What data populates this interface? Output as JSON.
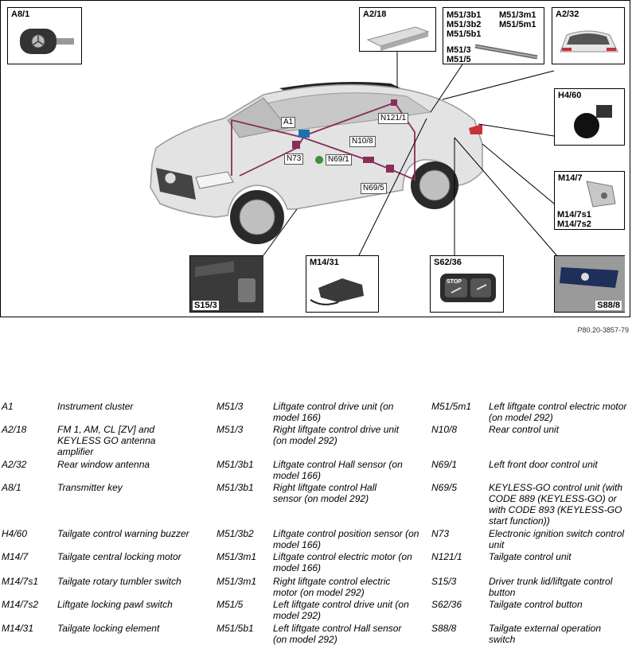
{
  "diagram": {
    "callouts": {
      "a8_1": "A8/1",
      "a2_18": "A2/18",
      "m51_group": [
        "M51/3b1",
        "M51/3b2",
        "M51/5b1",
        "M51/3m1",
        "M51/5m1",
        "M51/3",
        "M51/5"
      ],
      "a2_32": "A2/32",
      "h4_60": "H4/60",
      "m14_7": "M14/7",
      "m14_7s1": "M14/7s1",
      "m14_7s2": "M14/7s2",
      "s15_3": "S15/3",
      "m14_31": "M14/31",
      "s62_36": "S62/36",
      "s88_8": "S88/8",
      "stop_button_text": "STOP"
    },
    "pins": {
      "a1": "A1",
      "n73": "N73",
      "n69_1": "N69/1",
      "n10_8": "N10/8",
      "n69_5": "N69/5",
      "n121_1": "N121/1"
    },
    "figure_ref": "P80.20-3857-79"
  },
  "legend": {
    "col1": [
      {
        "code": "A1",
        "desc": "Instrument cluster"
      },
      {
        "code": "A2/18",
        "desc": "FM 1, AM, CL [ZV] and KEYLESS GO antenna amplifier"
      },
      {
        "code": "A2/32",
        "desc": "Rear window antenna"
      },
      {
        "code": "A8/1",
        "desc": "Transmitter key"
      },
      {
        "code": "H4/60",
        "desc": "Tailgate control warning buzzer"
      },
      {
        "code": "M14/7",
        "desc": "Tailgate central locking motor"
      },
      {
        "code": "M14/7s1",
        "desc": "Tailgate rotary tumbler switch"
      },
      {
        "code": "M14/7s2",
        "desc": "Liftgate locking pawl switch"
      },
      {
        "code": "M14/31",
        "desc": "Tailgate locking element"
      }
    ],
    "col2": [
      {
        "code": "M51/3",
        "desc": "Liftgate control drive unit (on model 166)"
      },
      {
        "code": "M51/3",
        "desc": "Right liftgate control drive unit (on model 292)"
      },
      {
        "code": "M51/3b1",
        "desc": "Liftgate control Hall sensor (on model 166)"
      },
      {
        "code": "M51/3b1",
        "desc": "Right liftgate control Hall sensor (on model 292)"
      },
      {
        "code": "M51/3b2",
        "desc": "Liftgate control position sensor (on model 166)"
      },
      {
        "code": "M51/3m1",
        "desc": "Liftgate control electric motor (on model 166)"
      },
      {
        "code": "M51/3m1",
        "desc": "Right liftgate control electric motor (on model 292)"
      },
      {
        "code": "M51/5",
        "desc": "Left liftgate control drive unit (on model 292)"
      },
      {
        "code": "M51/5b1",
        "desc": "Left liftgate control Hall sensor (on model 292)"
      }
    ],
    "col3": [
      {
        "code": "M51/5m1",
        "desc": "Left liftgate control electric motor (on model 292)"
      },
      {
        "code": "N10/8",
        "desc": "Rear control unit"
      },
      {
        "code": "N69/1",
        "desc": "Left front door control unit"
      },
      {
        "code": "N69/5",
        "desc": "KEYLESS-GO control unit (with CODE 889 (KEYLESS-GO) or with CODE 893 (KEYLESS-GO start function))"
      },
      {
        "code": "N73",
        "desc": "Electronic ignition switch control unit"
      },
      {
        "code": "N121/1",
        "desc": "Tailgate control unit"
      },
      {
        "code": "S15/3",
        "desc": "Driver trunk lid/liftgate control button"
      },
      {
        "code": "S62/36",
        "desc": "Tailgate control button"
      },
      {
        "code": "S88/8",
        "desc": "Tailgate external operation switch"
      }
    ]
  }
}
